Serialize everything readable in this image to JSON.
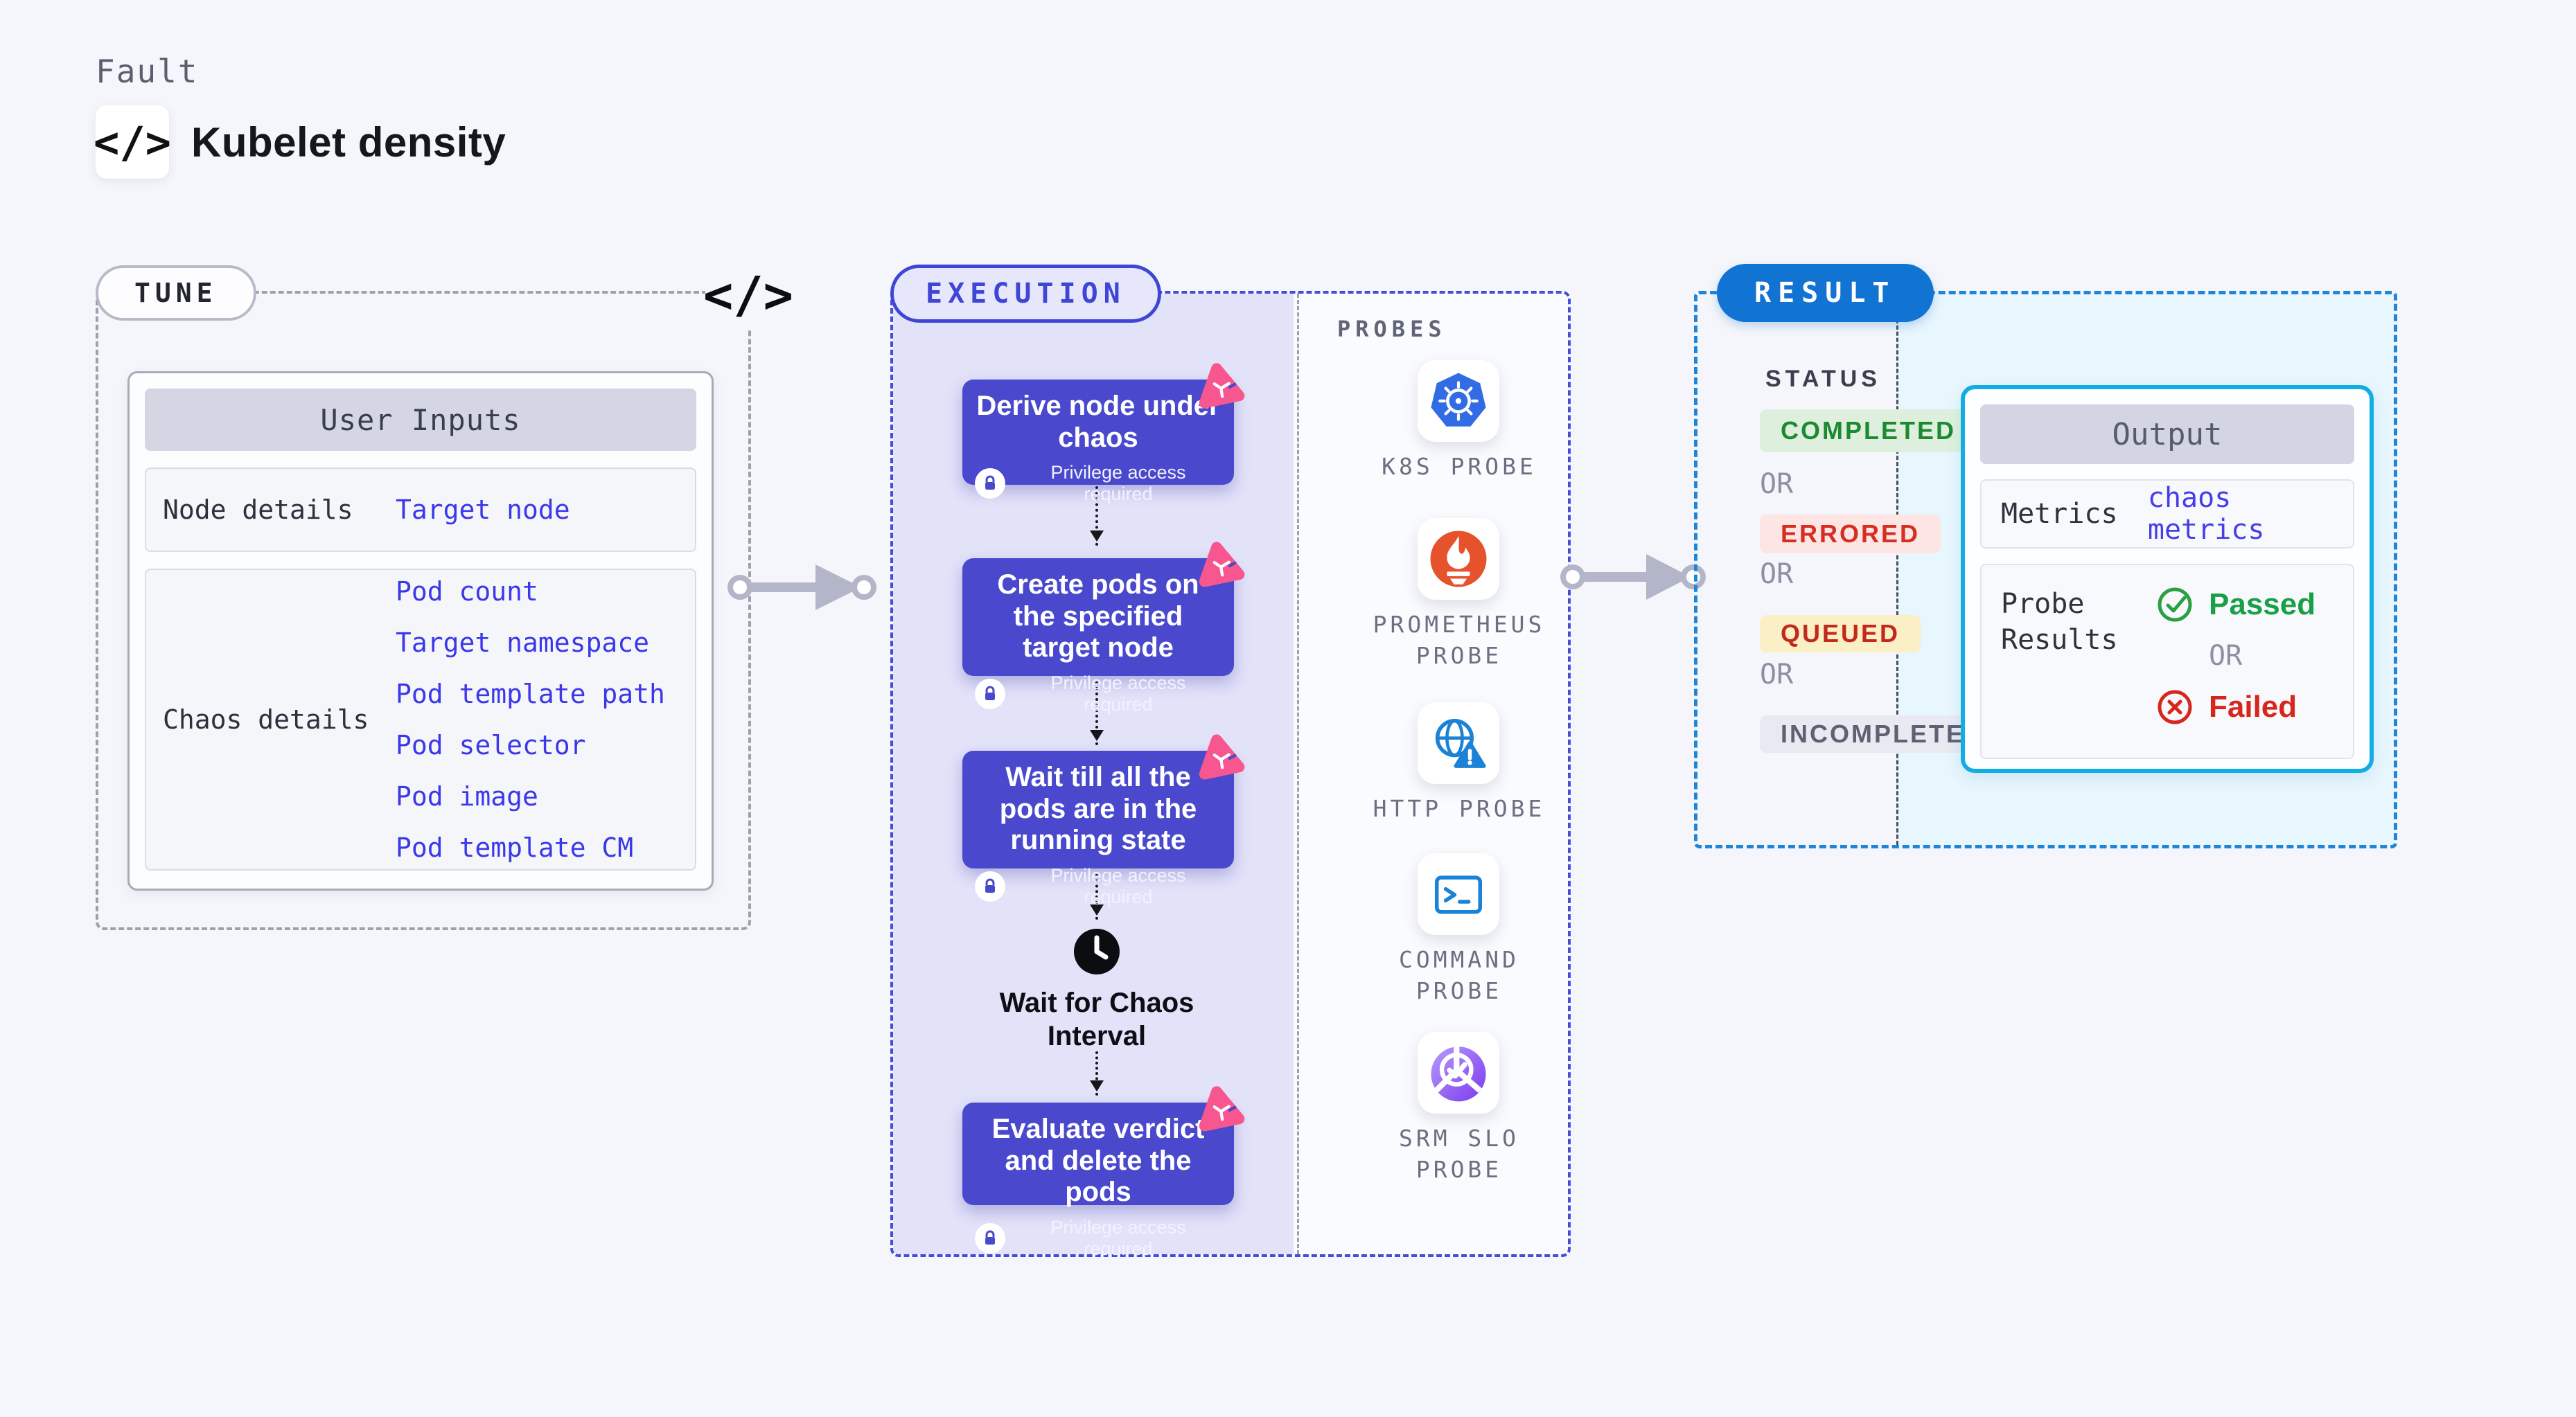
{
  "header": {
    "eyebrow": "Fault",
    "code_icon": "</>",
    "title": "Kubelet density"
  },
  "tune": {
    "badge": "TUNE",
    "corner_code_icon": "</>",
    "table": {
      "header": "User Inputs",
      "rows": [
        {
          "label": "Node details",
          "links": [
            "Target node"
          ]
        },
        {
          "label": "Chaos details",
          "links": [
            "Pod count",
            "Target namespace",
            "Pod template path",
            "Pod selector",
            "Pod image",
            "Pod template CM"
          ]
        }
      ]
    }
  },
  "execution": {
    "badge": "EXECUTION",
    "privilege_label": "Privilege access required",
    "steps": [
      {
        "title": "Derive node under chaos"
      },
      {
        "title": "Create pods on the specified target node"
      },
      {
        "title": "Wait till all the pods are in the running state"
      },
      {
        "title": "Evaluate verdict and delete the pods"
      }
    ],
    "wait_label": "Wait for Chaos Interval"
  },
  "probes": {
    "heading": "PROBES",
    "items": [
      {
        "label": "K8S PROBE",
        "icon": "kubernetes-icon"
      },
      {
        "label": "PROMETHEUS PROBE",
        "icon": "prometheus-icon"
      },
      {
        "label": "HTTP PROBE",
        "icon": "http-globe-icon"
      },
      {
        "label": "COMMAND PROBE",
        "icon": "terminal-icon"
      },
      {
        "label": "SRM SLO PROBE",
        "icon": "srm-slo-icon"
      }
    ]
  },
  "result": {
    "badge": "RESULT",
    "status": {
      "heading": "STATUS",
      "or_label": "OR",
      "badges": [
        {
          "label": "COMPLETED",
          "bg": "#def0dd",
          "color": "#1d8a31"
        },
        {
          "label": "ERRORED",
          "bg": "#fce5e3",
          "color": "#d62e22"
        },
        {
          "label": "QUEUED",
          "bg": "#fbefc6",
          "color": "#c2281c"
        },
        {
          "label": "INCOMPLETED",
          "bg": "#e8e9f1",
          "color": "#5d6273"
        }
      ]
    },
    "output": {
      "header": "Output",
      "metrics_label": "Metrics",
      "metrics_link": "chaos metrics",
      "probe_results_label": "Probe Results",
      "passed_label": "Passed",
      "or_label": "OR",
      "failed_label": "Failed"
    }
  },
  "colors": {
    "page_bg": "#f5f6fb",
    "step_card": "#4a49ce",
    "execution_panel": "#e2e2f9",
    "execution_dash": "#454cd9",
    "result_dash": "#1e86da",
    "result_pill": "#1173d2",
    "output_border": "#12ade3",
    "output_area_bg": "#e8f6fd",
    "link_blue": "#3b38ea",
    "pink_badge": "#f7568f",
    "kubernetes_blue": "#326ce5",
    "prometheus_orange": "#e6522c",
    "probe_icon_blue": "#1b82d6",
    "passed_green": "#18a046",
    "failed_red": "#d7261c"
  }
}
